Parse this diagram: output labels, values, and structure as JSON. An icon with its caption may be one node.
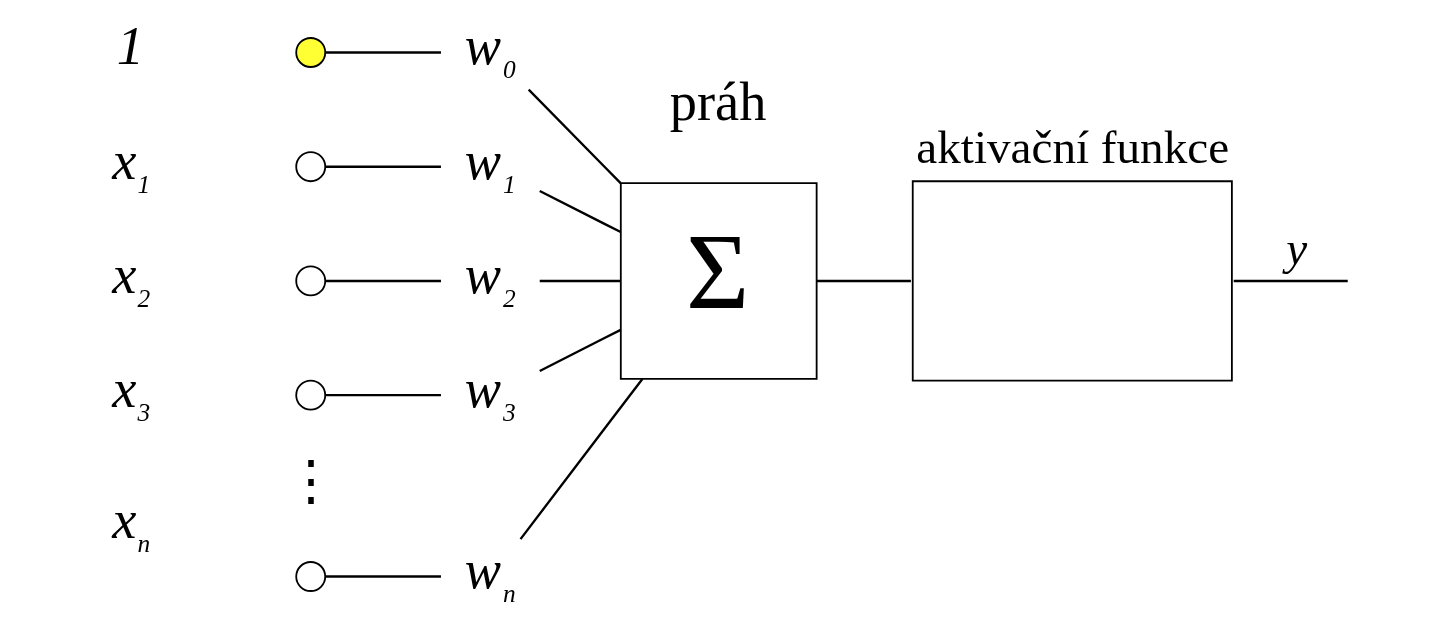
{
  "diagram": {
    "nodes": [
      {
        "text": [],
        "shape": "circle",
        "beside": [
          "1"
        ]
      },
      {
        "text": [
          "w$_{0}$"
        ]
      },
      {
        "text": [],
        "shape": "circle",
        "beside": [
          "x$_{1}$"
        ]
      },
      {
        "text": [
          "w$_{1}$"
        ]
      },
      {
        "text": [],
        "shape": "circle",
        "beside": [
          "x$_{2}$"
        ]
      },
      {
        "text": [
          "w$_{2}$"
        ]
      },
      {
        "text": [],
        "shape": "circle",
        "beside": [
          "x$_{3}$"
        ]
      },
      {
        "text": [
          "w$_{3}$"
        ]
      },
      {
        "text": [],
        "shape": "circle",
        "beside": [
          "x$_{n}$"
        ]
      },
      {
        "text": [
          "w$_{n}$"
        ]
      },
      {
        "text": [
          "Σ"
        ]
      },
      {
        "text": [
          "aktivační funkce"
        ]
      }
    ],
    "edges": [
      {
        "from": 0,
        "to": 1,
        "arrow": "none"
      },
      {
        "from": 2,
        "to": 3,
        "arrow": "none"
      },
      {
        "from": 4,
        "to": 5,
        "arrow": "none"
      },
      {
        "from": 6,
        "to": 7,
        "arrow": "none"
      },
      {
        "from": 8,
        "to": 9,
        "arrow": "none"
      },
      {
        "from": 1,
        "to": 10,
        "arrow": "none"
      },
      {
        "from": 3,
        "to": 10,
        "arrow": "none"
      },
      {
        "from": 5,
        "to": 10,
        "arrow": "none"
      },
      {
        "from": 7,
        "to": 10,
        "arrow": "none"
      },
      {
        "from": 9,
        "to": 10,
        "arrow": "none"
      },
      {
        "from": 10,
        "to": 11,
        "arrow": "none"
      },
      {
        "from": 11,
        "to": null,
        "arrow": "none",
        "label": "y"
      }
    ],
    "labels": [
      "práh",
      "⋮"
    ]
  }
}
